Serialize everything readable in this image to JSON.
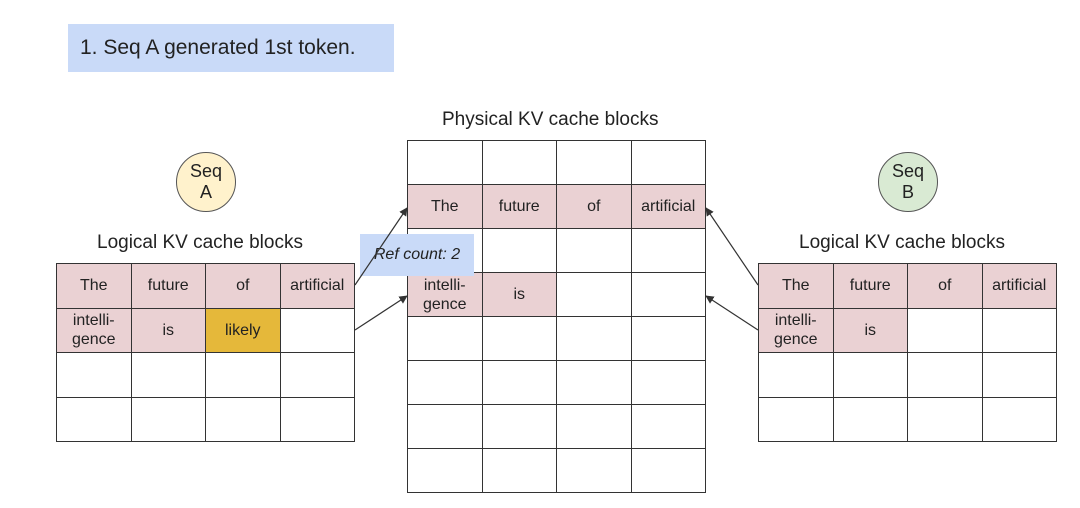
{
  "step_banner": "1. Seq A generated 1st token.",
  "physical": {
    "title": "Physical KV cache blocks",
    "rows": [
      [
        "",
        "",
        "",
        ""
      ],
      [
        "The",
        "future",
        "of",
        "artificial"
      ],
      [
        "",
        "",
        "",
        ""
      ],
      [
        "intelli-\ngence",
        "is",
        "",
        ""
      ],
      [
        "",
        "",
        "",
        ""
      ],
      [
        "",
        "",
        "",
        ""
      ],
      [
        "",
        "",
        "",
        ""
      ],
      [
        "",
        "",
        "",
        ""
      ]
    ],
    "filled": [
      [
        1,
        0
      ],
      [
        1,
        1
      ],
      [
        1,
        2
      ],
      [
        1,
        3
      ],
      [
        3,
        0
      ],
      [
        3,
        1
      ]
    ]
  },
  "ref_count": "Ref count: 2",
  "seq_a": {
    "badge_line1": "Seq",
    "badge_line2": "A",
    "title": "Logical KV cache blocks",
    "rows": [
      [
        "The",
        "future",
        "of",
        "artificial"
      ],
      [
        "intelli-\ngence",
        "is",
        "likely",
        ""
      ],
      [
        "",
        "",
        "",
        ""
      ],
      [
        "",
        "",
        "",
        ""
      ]
    ],
    "filled": [
      [
        0,
        0
      ],
      [
        0,
        1
      ],
      [
        0,
        2
      ],
      [
        0,
        3
      ],
      [
        1,
        0
      ],
      [
        1,
        1
      ]
    ],
    "new_token": [
      [
        1,
        2
      ]
    ]
  },
  "seq_b": {
    "badge_line1": "Seq",
    "badge_line2": "B",
    "title": "Logical KV cache blocks",
    "rows": [
      [
        "The",
        "future",
        "of",
        "artificial"
      ],
      [
        "intelli-\ngence",
        "is",
        "",
        ""
      ],
      [
        "",
        "",
        "",
        ""
      ],
      [
        "",
        "",
        "",
        ""
      ]
    ],
    "filled": [
      [
        0,
        0
      ],
      [
        0,
        1
      ],
      [
        0,
        2
      ],
      [
        0,
        3
      ],
      [
        1,
        0
      ],
      [
        1,
        1
      ]
    ],
    "new_token": []
  },
  "colors": {
    "filled_cell": "#ead1d3",
    "new_token_cell": "#e5b83a",
    "banner": "#c9daf8",
    "seq_a_badge": "#fff2cc",
    "seq_b_badge": "#d9ead3"
  }
}
